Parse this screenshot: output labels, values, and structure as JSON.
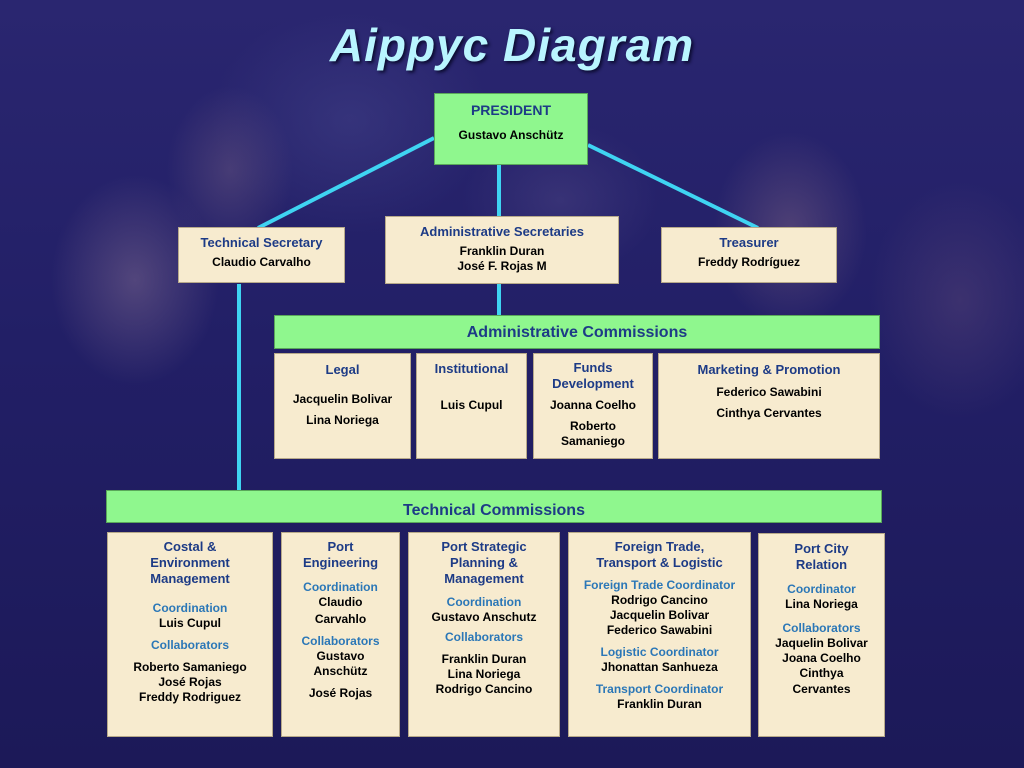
{
  "title": "Aippyc Diagram",
  "president": {
    "role": "PRESIDENT",
    "name": "Gustavo Anschütz"
  },
  "technical_secretary": {
    "role": "Technical Secretary",
    "name": "Claudio Carvalho"
  },
  "administrative_secretaries": {
    "role": "Administrative Secretaries",
    "names": [
      "Franklin Duran",
      "José  F. Rojas M"
    ]
  },
  "treasurer": {
    "role": "Treasurer",
    "name": "Freddy Rodríguez"
  },
  "administrative_commissions": {
    "title": "Administrative Commissions",
    "items": [
      {
        "title": "Legal",
        "members": [
          "Jacquelin Bolivar",
          "Lina Noriega"
        ]
      },
      {
        "title": "Institutional",
        "members": [
          "Luis Cupul"
        ]
      },
      {
        "title": "Funds Development",
        "title_lines": [
          "Funds",
          "Development"
        ],
        "members": [
          "Joanna Coelho",
          "Roberto",
          "Samaniego"
        ]
      },
      {
        "title": "Marketing & Promotion",
        "members": [
          "Federico Sawabini",
          "Cinthya Cervantes"
        ]
      }
    ]
  },
  "technical_commissions": {
    "title": "Technical Commissions",
    "items": [
      {
        "title_lines": [
          "Costal &",
          "Environment",
          "Management"
        ],
        "groups": [
          {
            "label": "Coordination",
            "members": [
              "Luis Cupul"
            ]
          },
          {
            "label": "Collaborators",
            "members": [
              "Roberto Samaniego",
              "José Rojas",
              "Freddy Rodriguez"
            ]
          }
        ]
      },
      {
        "title_lines": [
          "Port",
          "Engineering"
        ],
        "groups": [
          {
            "label": "Coordination",
            "members": [
              "Claudio",
              "Carvahlo"
            ]
          },
          {
            "label": "Collaborators",
            "members": [
              "Gustavo",
              "Anschütz",
              "José Rojas"
            ]
          }
        ]
      },
      {
        "title_lines": [
          "Port Strategic",
          "Planning &",
          "Management"
        ],
        "groups": [
          {
            "label": "Coordination",
            "members": [
              "Gustavo Anschutz"
            ]
          },
          {
            "label": "Collaborators",
            "members": [
              "Franklin Duran",
              "Lina Noriega",
              "Rodrigo Cancino"
            ]
          }
        ]
      },
      {
        "title_lines": [
          "Foreign Trade,",
          "Transport & Logistic"
        ],
        "groups": [
          {
            "label": "Foreign Trade Coordinator",
            "members": [
              "Rodrigo Cancino",
              "Jacquelin Bolivar",
              "Federico Sawabini"
            ]
          },
          {
            "label": "Logistic Coordinator",
            "members": [
              "Jhonattan Sanhueza"
            ]
          },
          {
            "label": "Transport Coordinator",
            "members": [
              "Franklin Duran"
            ]
          }
        ]
      },
      {
        "title_lines": [
          "Port City",
          "Relation"
        ],
        "groups": [
          {
            "label": "Coordinator",
            "members": [
              "Lina Noriega"
            ]
          },
          {
            "label": "Collaborators",
            "members": [
              "Jaquelin Bolivar",
              "Joana Coelho",
              "Cinthya",
              "Cervantes"
            ]
          }
        ]
      }
    ]
  },
  "colors": {
    "title": "#b9f5ff",
    "connector": "#3fd4f2",
    "header_green": "#8ff78e",
    "box_fill": "#f7ebcf",
    "heading_blue": "#1d3b86",
    "label_blue": "#2b77b7"
  }
}
